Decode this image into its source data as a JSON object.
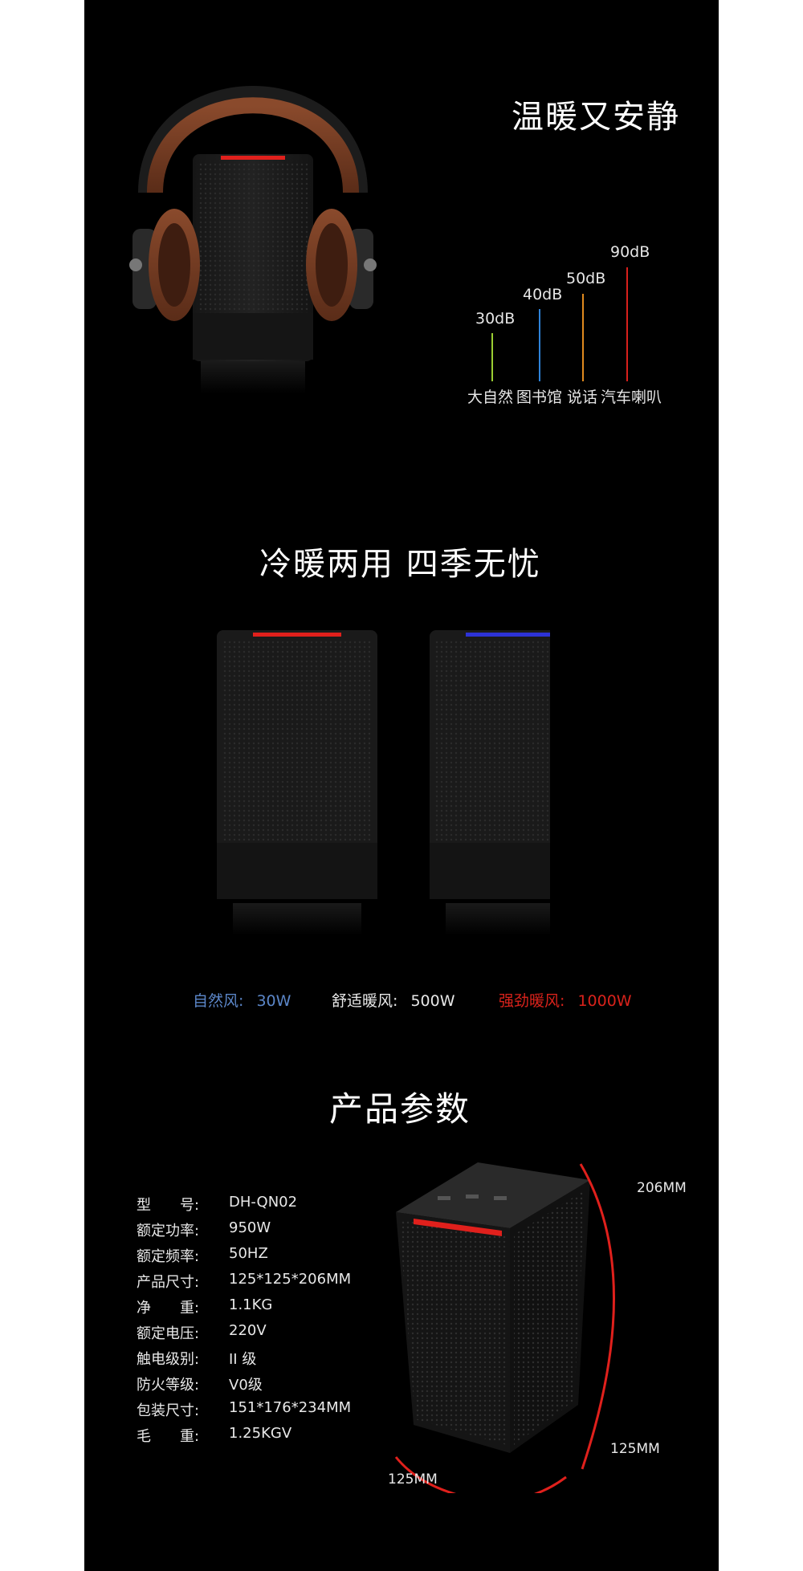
{
  "colors": {
    "background": "#000000",
    "page": "#ffffff",
    "accent_red": "#e0201c",
    "accent_blue": "#2d33d6",
    "natural": "#5b86c8",
    "strong": "#d9221b"
  },
  "section_quiet": {
    "title": "温暖又安静",
    "levels": [
      {
        "db": "30dB",
        "source": "大自然",
        "color": "#9acd32"
      },
      {
        "db": "40dB",
        "source": "图书馆",
        "color": "#2e83d9"
      },
      {
        "db": "50dB",
        "source": "说话",
        "color": "#e08a1e"
      },
      {
        "db": "90dB",
        "source": "汽车喇叭",
        "color": "#d8201c"
      }
    ]
  },
  "section_modes": {
    "title": "冷暖两用 四季无忧",
    "modes": [
      {
        "label": "自然风:",
        "value": "30W",
        "color": "#5b86c8"
      },
      {
        "label": "舒适暖风:",
        "value": "500W",
        "color": "#e8e8e8"
      },
      {
        "label": "强劲暖风:",
        "value": "1000W",
        "color": "#d9221b"
      }
    ]
  },
  "section_specs": {
    "title": "产品参数",
    "rows": [
      {
        "label": "型　　号:",
        "value": "DH-QN02"
      },
      {
        "label": "额定功率:",
        "value": "950W"
      },
      {
        "label": "额定频率:",
        "value": "50HZ"
      },
      {
        "label": "产品尺寸:",
        "value": "125*125*206MM"
      },
      {
        "label": "净　　重:",
        "value": "1.1KG"
      },
      {
        "label": "额定电压:",
        "value": "220V"
      },
      {
        "label": "触电级别:",
        "value": "II 级"
      },
      {
        "label": "防火等级:",
        "value": "V0级"
      },
      {
        "label": "包装尺寸:",
        "value": "151*176*234MM"
      },
      {
        "label": "毛　　重:",
        "value": "1.25KGV"
      }
    ],
    "dimensions": {
      "height": "206MM",
      "depth": "125MM",
      "width": "125MM"
    }
  }
}
